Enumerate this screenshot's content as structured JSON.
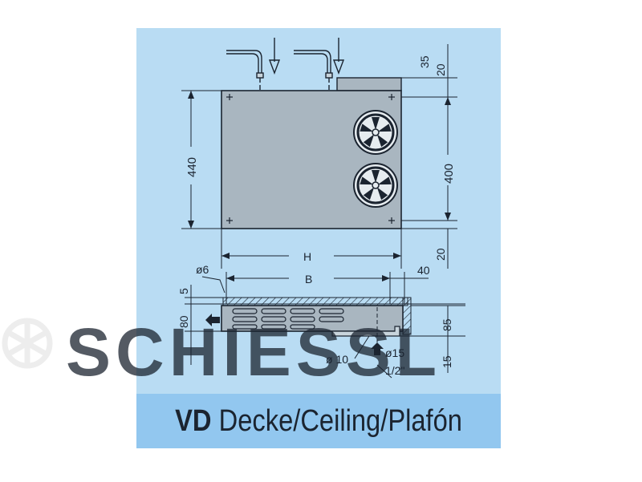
{
  "colors": {
    "panel_bg": "#b9dcf3",
    "caption_bg": "#92c7ef",
    "housing": "#a9b6c0",
    "line": "#1b2430",
    "watermark": "#e8e8e8"
  },
  "diagram": {
    "dims": {
      "d35": "35",
      "d20_top": "20",
      "d440": "440",
      "d400": "400",
      "d20_mid": "20",
      "dH": "H",
      "dB": "B",
      "dPhi6": "ø6",
      "d40": "40",
      "d5": "5",
      "d80": "80",
      "d85": "85",
      "dPhi10": "ø 10",
      "dPhi15": "ø15",
      "dHalf": "1/2\"",
      "d15": "15"
    }
  },
  "caption": {
    "model": "VD",
    "text": "Decke/Ceiling/Plafón"
  },
  "watermark": {
    "text": "SCHIESSL",
    "icon": "snowflake-icon"
  }
}
